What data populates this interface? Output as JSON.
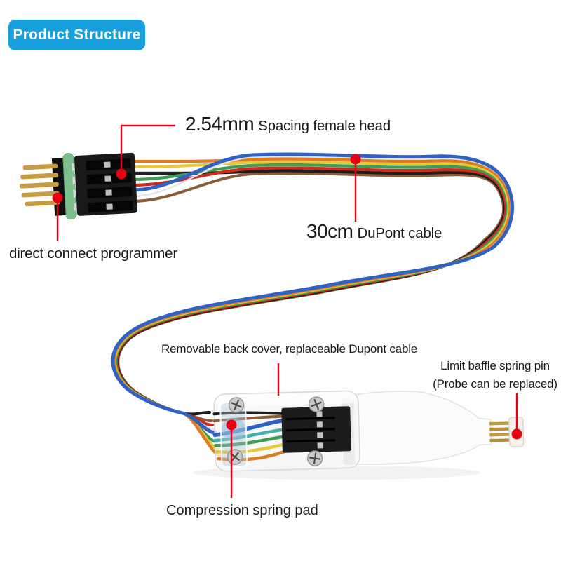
{
  "badge": {
    "label": "Product Structure"
  },
  "labels": {
    "female_head": {
      "size": "2.54mm",
      "text": "Spacing female head"
    },
    "programmer": {
      "text": "direct connect programmer"
    },
    "dupont_cable": {
      "size": "30cm",
      "text": "DuPont cable"
    },
    "back_cover": {
      "text": "Removable back cover, replaceable Dupont cable"
    },
    "limit_pin": {
      "line1": "Limit baffle spring pin",
      "line2": "(Probe can be replaced)"
    },
    "spring_pad": {
      "text": "Compression spring pad"
    }
  },
  "colors": {
    "badge_bg": "#18a0de",
    "badge_text": "#ffffff",
    "annotation_red": "#e60012",
    "ink": "#1a1a1a",
    "wires": [
      "#8a5c38",
      "#1d1d1d",
      "#cd2a21",
      "#3f9c55",
      "#e7c83a",
      "#df7b22",
      "#e4e4e4",
      "#2f62c4"
    ]
  }
}
